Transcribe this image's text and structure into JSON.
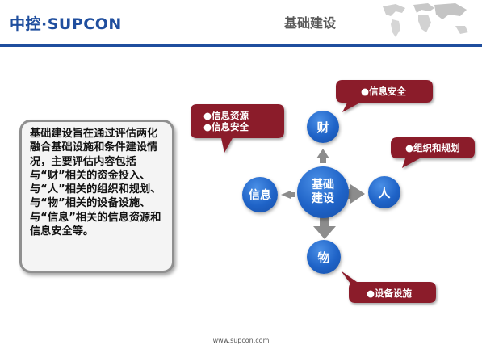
{
  "header": {
    "logo": "中控·SUPCON",
    "title": "基础建设"
  },
  "description": "基础建设旨在通过评估两化融合基础设施和条件建设情况，主要评估内容包括与“财”相关的资金投入、与“人”相关的组织和规划、与“物”相关的设备设施、与“信息”相关的信息资源和信息安全等。",
  "diagram": {
    "center": "基础\n建设",
    "nodes": {
      "top": "财",
      "right": "人",
      "bottom": "物",
      "left": "信息"
    },
    "callouts": {
      "top": [
        "●信息安全"
      ],
      "right": [
        "●组织和规划"
      ],
      "bottom": [
        "●设备设施"
      ],
      "left": [
        "●信息资源",
        "●信息安全"
      ]
    },
    "colors": {
      "circle": "#1f63c7",
      "callout": "#8b1a2c",
      "arrow": "#8c8c8c",
      "brand": "#1f4e9e"
    }
  },
  "footer": "www.supcon.com"
}
